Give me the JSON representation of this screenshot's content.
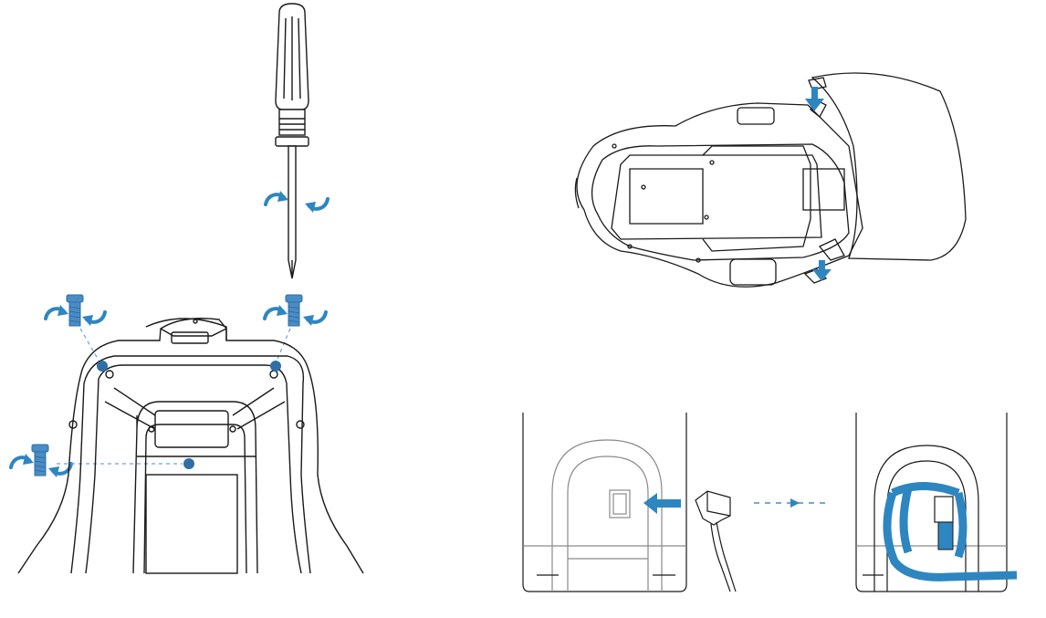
{
  "colors": {
    "line": "#1a1a1a",
    "light_line": "#8a8a8a",
    "accent": "#2e86c1",
    "screw": "#4a8cc4",
    "screw_dark": "#2f6fa5",
    "background": "#ffffff"
  },
  "panels": [
    {
      "id": "screw-removal",
      "icons": [
        "screwdriver-icon",
        "screw-icon",
        "rotate-arrow-icon"
      ]
    },
    {
      "id": "cover-clip",
      "icons": [
        "down-arrow-icon"
      ]
    },
    {
      "id": "cable-connection",
      "icons": [
        "power-plug-icon",
        "right-arrow-icon",
        "dashed-arrow-icon"
      ]
    }
  ]
}
